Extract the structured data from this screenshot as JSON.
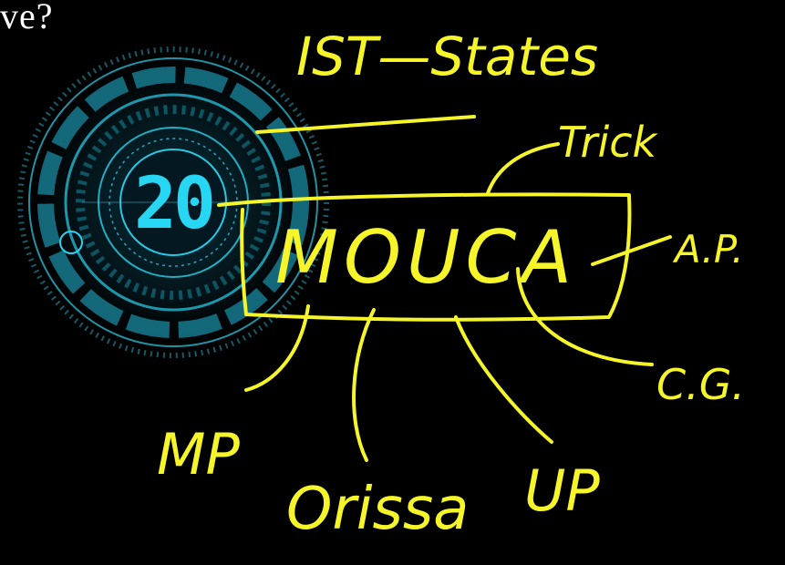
{
  "question_fragment": "ve?",
  "timer": {
    "value": "20"
  },
  "annotations": {
    "title": "IST—States",
    "trick_label": "Trick",
    "mnemonic": "MOUCA",
    "expansions": {
      "m": "MP",
      "o": "Orissa",
      "u": "UP",
      "c": "C.G.",
      "a": "A.P."
    }
  },
  "colors": {
    "background": "#000000",
    "ink": "#f5f52a",
    "timer": "#27d6f2",
    "question_text": "#ffffff"
  }
}
